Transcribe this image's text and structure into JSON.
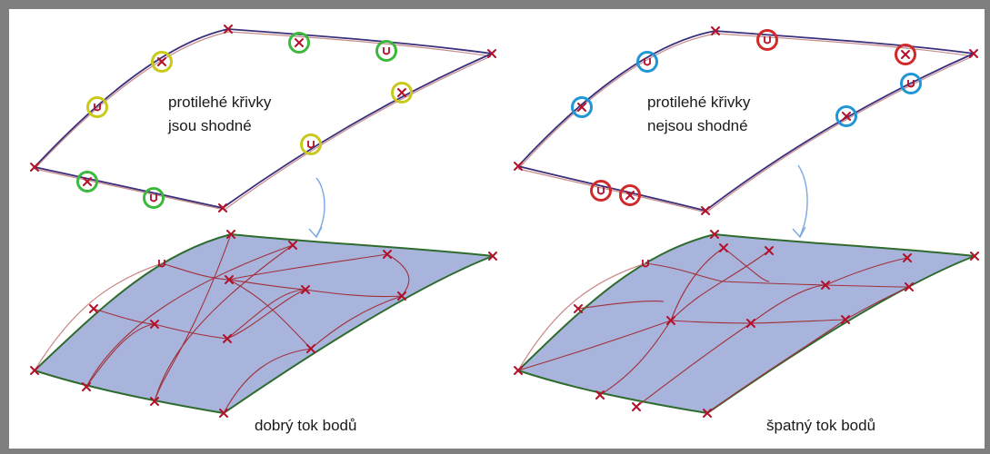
{
  "panels": [
    {
      "id": "left",
      "note_line1": "protilehé křivky",
      "note_line2": "jsou shodné",
      "caption": "dobrý tok bodů",
      "marker_colors": {
        "pair_a": "#c9c91a",
        "pair_b": "#3cb83c"
      }
    },
    {
      "id": "right",
      "note_line1": "protilehé křivky",
      "note_line2": "nejsou shodné",
      "caption": "špatný tok bodů",
      "marker_colors": {
        "pair_a": "#2196d6",
        "pair_b": "#d02a2a"
      }
    }
  ],
  "colors": {
    "curve": "#3a2f7a",
    "curve_shadow": "#c98a8a",
    "cross": "#b3102a",
    "surface_fill": "#a9b4dd",
    "surface_edge": "#2e6b2e",
    "flow_line": "#a0303a",
    "arrow": "#7aa8e0"
  },
  "icons": {
    "point_marker": "x-cross-icon",
    "u_marker": "u-mark-icon",
    "arrow": "curved-arrow-icon"
  }
}
